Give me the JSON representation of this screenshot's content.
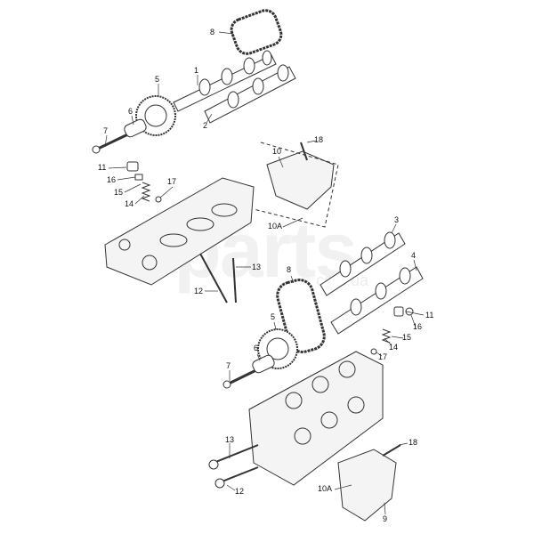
{
  "diagram": {
    "watermark": "parts",
    "watermark_sub": "com.ua",
    "labels": [
      "8",
      "1",
      "5",
      "2",
      "7",
      "6",
      "18",
      "10",
      "11",
      "16",
      "15",
      "14",
      "17",
      "10A",
      "3",
      "4",
      "13",
      "12",
      "8",
      "5",
      "11",
      "16",
      "15",
      "6",
      "7",
      "14",
      "17",
      "13",
      "18",
      "12",
      "10A",
      "9"
    ]
  },
  "colors": {
    "line": "#333333",
    "fill": "#ffffff",
    "shade": "#dddddd"
  }
}
